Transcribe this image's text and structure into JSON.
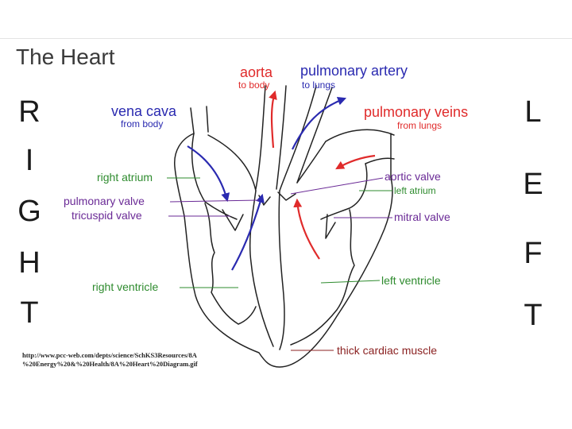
{
  "title": "The Heart",
  "side_right": [
    "R",
    "I",
    "G",
    "H",
    "T"
  ],
  "side_left": [
    "L",
    "E",
    "F",
    "T"
  ],
  "labels": {
    "aorta": "aorta",
    "to_body": "to body",
    "pulmonary_artery": "pulmonary artery",
    "to_lungs": "to lungs",
    "vena_cava": "vena cava",
    "from_body": "from body",
    "pulmonary_veins": "pulmonary veins",
    "from_lungs": "from lungs",
    "right_atrium": "right atrium",
    "pulmonary_valve": "pulmonary valve",
    "tricuspid_valve": "tricuspid valve",
    "right_ventricle": "right ventricle",
    "aortic_valve": "aortic valve",
    "left_atrium": "left atrium",
    "mitral_valve": "mitral valve",
    "left_ventricle": "left ventricle",
    "thick_cardiac_muscle": "thick cardiac muscle"
  },
  "source_line1": "http://www.pcc-web.com/depts/science/SchKS3Resources/8A",
  "source_line2": "%20Energy%20&%20Health/8A%20Heart%20Diagram.gif",
  "colors": {
    "blue": "#2a2ab0",
    "red": "#e02b2b",
    "green": "#2e8b2e",
    "purple": "#6a2a96",
    "brown": "#8b2222"
  }
}
